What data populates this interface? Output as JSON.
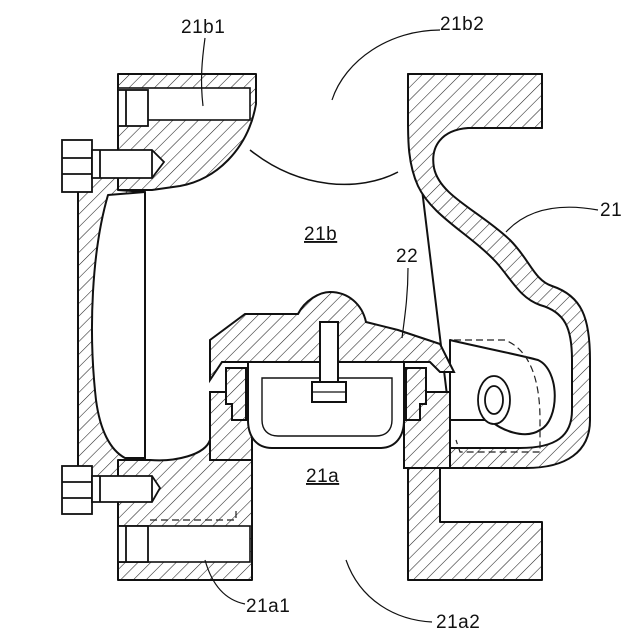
{
  "figure": {
    "labels": {
      "body": "21",
      "upper_chamber": "21b",
      "upper_wall_left": "21b1",
      "upper_port": "21b2",
      "lower_chamber": "21a",
      "lower_wall_left": "21a1",
      "lower_port": "21a2",
      "valve_element": "22"
    }
  }
}
